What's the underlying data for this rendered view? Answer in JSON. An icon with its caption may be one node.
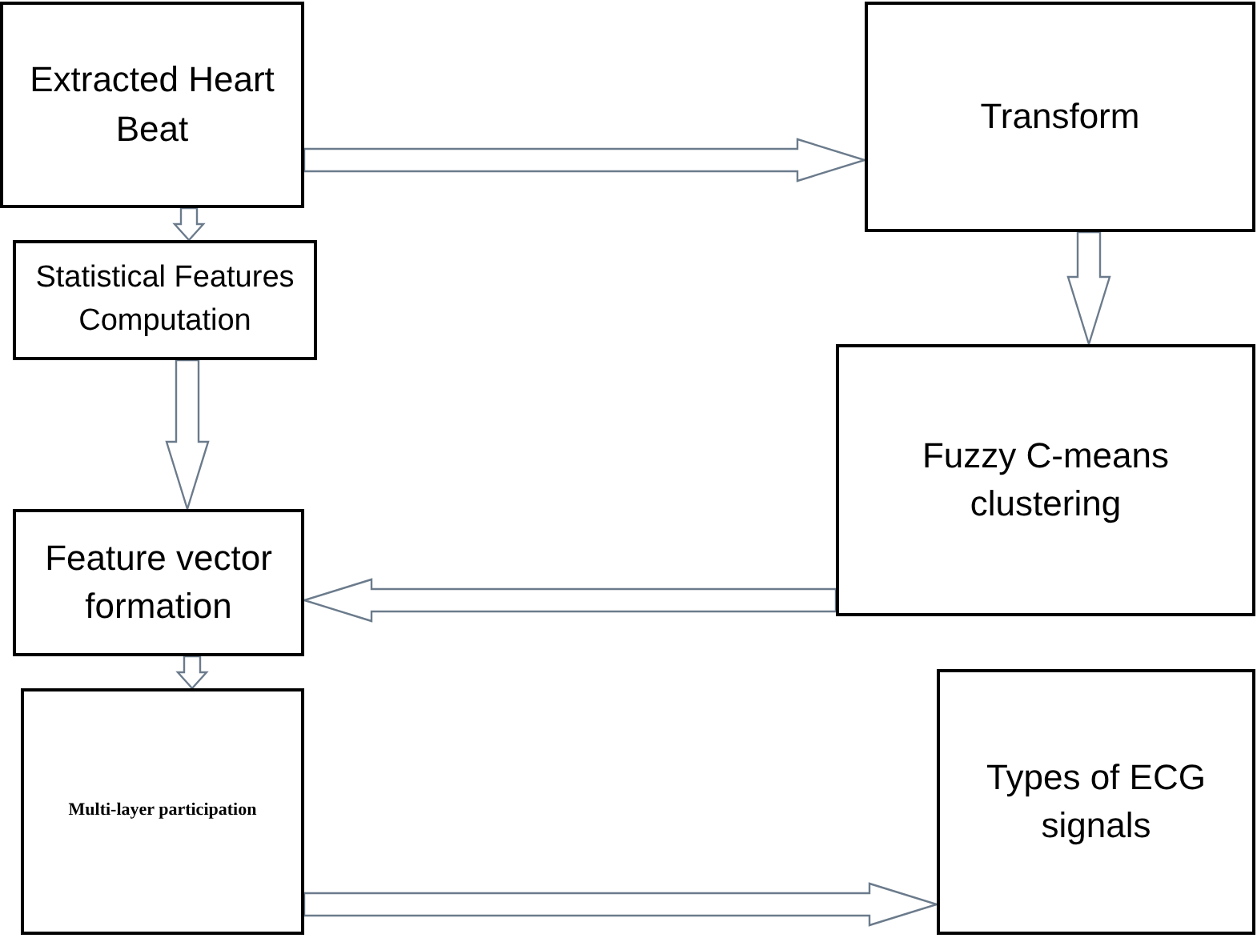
{
  "diagram": {
    "nodes": [
      {
        "text": [
          "Extracted Heart Beat"
        ]
      },
      {
        "text": [
          "Transform"
        ]
      },
      {
        "text": [
          "Statistical Features Computation"
        ]
      },
      {
        "text": [
          "Fuzzy C-means clustering"
        ]
      },
      {
        "text": [
          "Feature vector formation"
        ]
      },
      {
        "text": [
          "Multi-layer participation"
        ]
      },
      {
        "text": [
          "Types of ECG signals"
        ]
      }
    ],
    "edges": [
      {
        "from": 0,
        "to": 1,
        "arrow": "to"
      },
      {
        "from": 0,
        "to": 2,
        "arrow": "to"
      },
      {
        "from": 1,
        "to": 3,
        "arrow": "to"
      },
      {
        "from": 2,
        "to": 4,
        "arrow": "to"
      },
      {
        "from": 3,
        "to": 4,
        "arrow": "to"
      },
      {
        "from": 4,
        "to": 5,
        "arrow": "to"
      },
      {
        "from": 5,
        "to": 6,
        "arrow": "to"
      }
    ]
  }
}
